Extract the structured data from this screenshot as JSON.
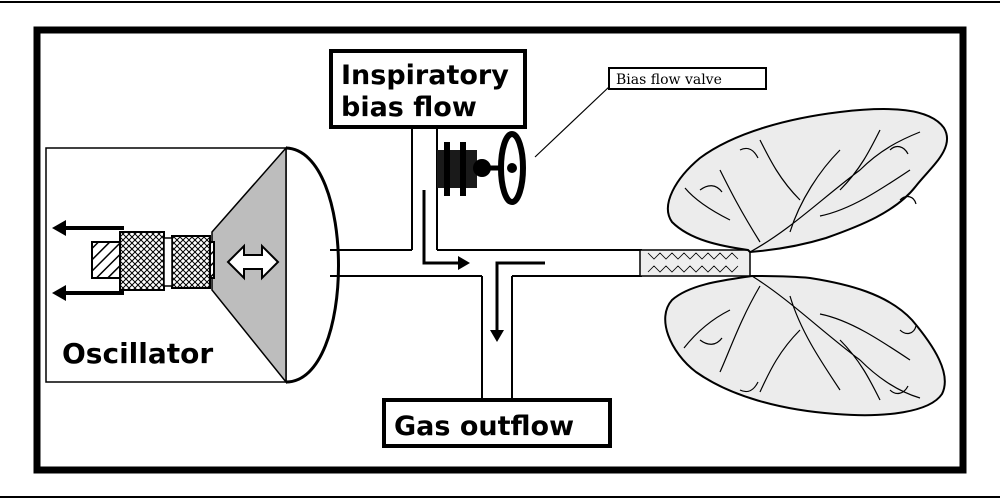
{
  "labels": {
    "oscillator": "Oscillator",
    "inspiratory_line1": "Inspiratory",
    "inspiratory_line2": "bias flow",
    "bias_valve": "Bias flow valve",
    "gas_outflow": "Gas outflow"
  },
  "colors": {
    "ink": "#000000",
    "paper": "#ffffff",
    "cone": "#bdbdbd",
    "lung_fill": "#ececec"
  },
  "icons": {
    "oscillator_arrows": "double-headed-arrow-icon",
    "valve": "valve-wheel-icon"
  }
}
